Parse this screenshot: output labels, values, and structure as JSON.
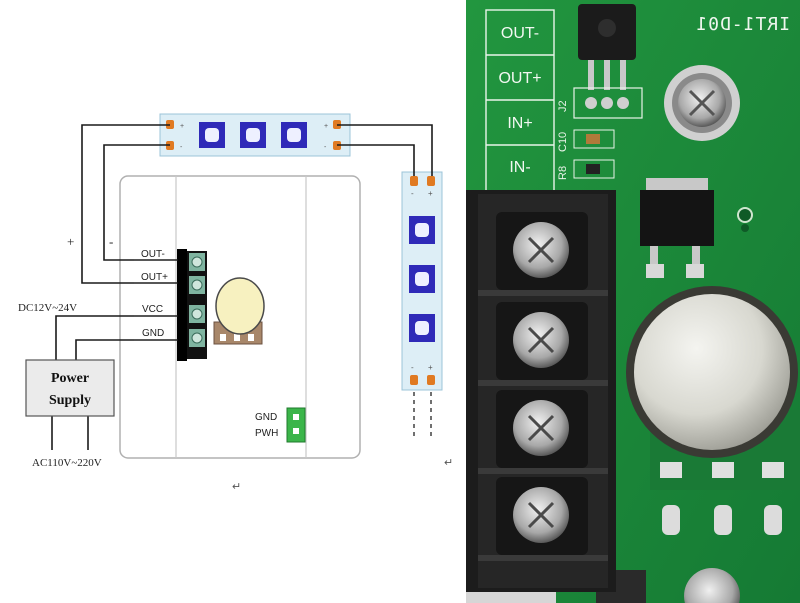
{
  "diagram": {
    "terminals": [
      "OUT-",
      "OUT+",
      "VCC",
      "GND"
    ],
    "polarity_plus": "+",
    "polarity_minus": "-",
    "dc_label": "DC12V~24V",
    "power_supply": [
      "Power",
      "Supply"
    ],
    "ac_label": "AC110V~220V",
    "pwm_header": [
      "GND",
      "PWH"
    ],
    "strip_pad_plus": "+",
    "strip_pad_minus": "-",
    "return_marks": [
      "↵",
      "↵"
    ]
  },
  "photo": {
    "terminal_labels": [
      "OUT-",
      "OUT+",
      "IN+",
      "IN-"
    ],
    "board_text": "IRT1-D01",
    "silkscreen": [
      "J2",
      "C10",
      "R8"
    ],
    "colors": {
      "pcb": "#1f8c42",
      "pcb_dark": "#156b31",
      "terminal_block": "#1c1c1c",
      "led": "#3a35c8",
      "pad": "#e07a22",
      "header": "#3bb54a"
    }
  }
}
